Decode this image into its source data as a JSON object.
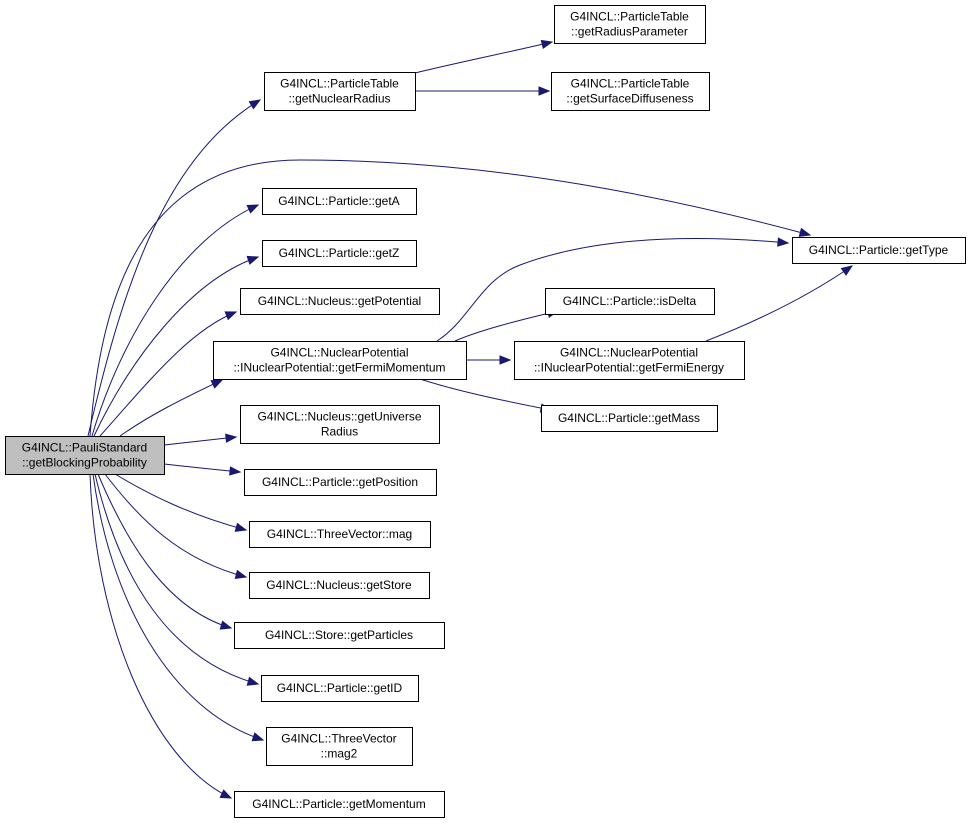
{
  "nodes": [
    {
      "id": "root",
      "lines": [
        "G4INCL::PauliStandard",
        "::getBlockingProbability"
      ],
      "highlight": true
    },
    {
      "id": "getNuclearRadius",
      "lines": [
        "G4INCL::ParticleTable",
        "::getNuclearRadius"
      ]
    },
    {
      "id": "getRadiusParameter",
      "lines": [
        "G4INCL::ParticleTable",
        "::getRadiusParameter"
      ]
    },
    {
      "id": "getSurfaceDiffuseness",
      "lines": [
        "G4INCL::ParticleTable",
        "::getSurfaceDiffuseness"
      ]
    },
    {
      "id": "getType",
      "lines": [
        "G4INCL::Particle::getType"
      ]
    },
    {
      "id": "getA",
      "lines": [
        "G4INCL::Particle::getA"
      ]
    },
    {
      "id": "getZ",
      "lines": [
        "G4INCL::Particle::getZ"
      ]
    },
    {
      "id": "getPotential",
      "lines": [
        "G4INCL::Nucleus::getPotential"
      ]
    },
    {
      "id": "getFermiMomentum",
      "lines": [
        "G4INCL::NuclearPotential",
        "::INuclearPotential::getFermiMomentum"
      ]
    },
    {
      "id": "isDelta",
      "lines": [
        "G4INCL::Particle::isDelta"
      ]
    },
    {
      "id": "getFermiEnergy",
      "lines": [
        "G4INCL::NuclearPotential",
        "::INuclearPotential::getFermiEnergy"
      ]
    },
    {
      "id": "getMass",
      "lines": [
        "G4INCL::Particle::getMass"
      ]
    },
    {
      "id": "getUniverseRadius",
      "lines": [
        "G4INCL::Nucleus::getUniverse",
        "Radius"
      ]
    },
    {
      "id": "getPosition",
      "lines": [
        "G4INCL::Particle::getPosition"
      ]
    },
    {
      "id": "mag",
      "lines": [
        "G4INCL::ThreeVector::mag"
      ]
    },
    {
      "id": "getStore",
      "lines": [
        "G4INCL::Nucleus::getStore"
      ]
    },
    {
      "id": "getParticles",
      "lines": [
        "G4INCL::Store::getParticles"
      ]
    },
    {
      "id": "getID",
      "lines": [
        "G4INCL::Particle::getID"
      ]
    },
    {
      "id": "mag2",
      "lines": [
        "G4INCL::ThreeVector",
        "::mag2"
      ]
    },
    {
      "id": "getMomentum",
      "lines": [
        "G4INCL::Particle::getMomentum"
      ]
    }
  ],
  "edges": [
    {
      "from": "root",
      "to": "getNuclearRadius"
    },
    {
      "from": "getNuclearRadius",
      "to": "getRadiusParameter"
    },
    {
      "from": "getNuclearRadius",
      "to": "getSurfaceDiffuseness"
    },
    {
      "from": "root",
      "to": "getType"
    },
    {
      "from": "root",
      "to": "getA"
    },
    {
      "from": "root",
      "to": "getZ"
    },
    {
      "from": "root",
      "to": "getPotential"
    },
    {
      "from": "root",
      "to": "getFermiMomentum"
    },
    {
      "from": "getFermiMomentum",
      "to": "getType"
    },
    {
      "from": "getFermiMomentum",
      "to": "isDelta"
    },
    {
      "from": "getFermiMomentum",
      "to": "getFermiEnergy"
    },
    {
      "from": "getFermiMomentum",
      "to": "getMass"
    },
    {
      "from": "getFermiEnergy",
      "to": "getType"
    },
    {
      "from": "root",
      "to": "getUniverseRadius"
    },
    {
      "from": "root",
      "to": "getPosition"
    },
    {
      "from": "root",
      "to": "mag"
    },
    {
      "from": "root",
      "to": "getStore"
    },
    {
      "from": "root",
      "to": "getParticles"
    },
    {
      "from": "root",
      "to": "getID"
    },
    {
      "from": "root",
      "to": "mag2"
    },
    {
      "from": "root",
      "to": "getMomentum"
    }
  ],
  "colors": {
    "edge": "#191970",
    "node_fill": "#ffffff",
    "node_highlight_fill": "#bfbfbf",
    "node_border": "#000000"
  }
}
